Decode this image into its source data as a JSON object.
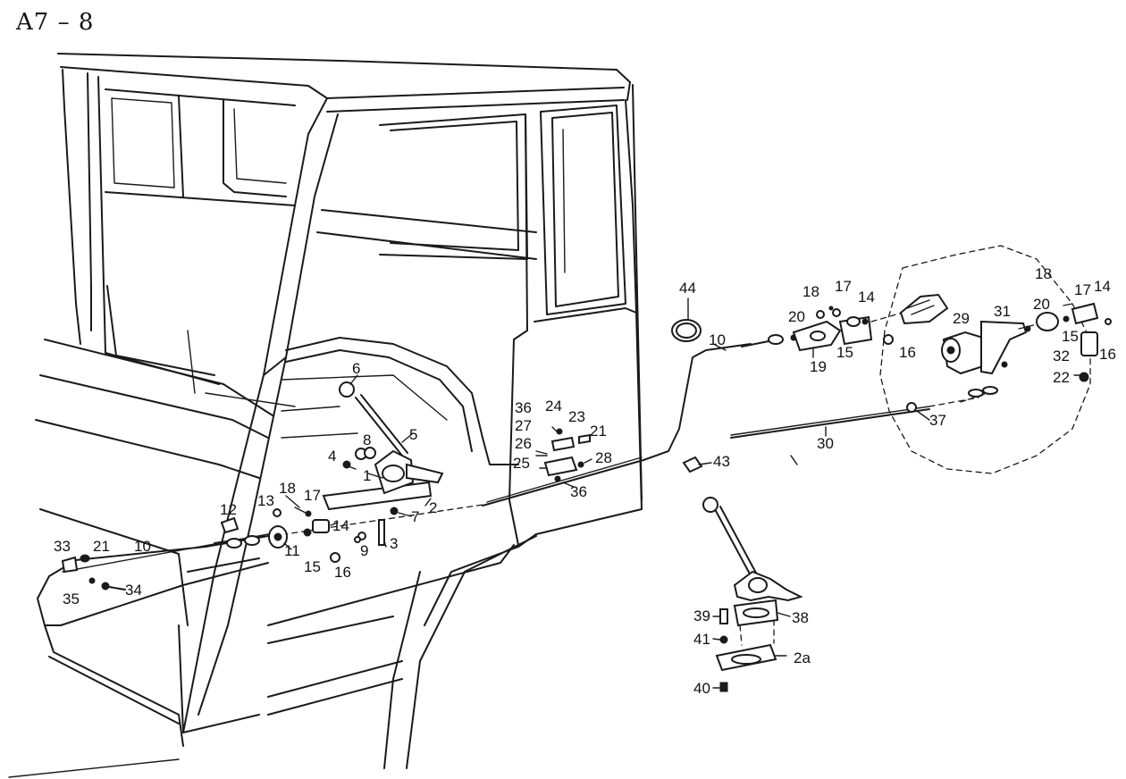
{
  "page_title": "A7 – 8",
  "callouts": [
    {
      "id": "c1",
      "text": "1"
    },
    {
      "id": "c2",
      "text": "2"
    },
    {
      "id": "c2a",
      "text": "2a"
    },
    {
      "id": "c3",
      "text": "3"
    },
    {
      "id": "c4",
      "text": "4"
    },
    {
      "id": "c5",
      "text": "5"
    },
    {
      "id": "c6",
      "text": "6"
    },
    {
      "id": "c7",
      "text": "7"
    },
    {
      "id": "c8",
      "text": "8"
    },
    {
      "id": "c9",
      "text": "9"
    },
    {
      "id": "c10a",
      "text": "10"
    },
    {
      "id": "c10b",
      "text": "10"
    },
    {
      "id": "c11",
      "text": "11"
    },
    {
      "id": "c12",
      "text": "12"
    },
    {
      "id": "c13",
      "text": "13"
    },
    {
      "id": "c14a",
      "text": "14"
    },
    {
      "id": "c14b",
      "text": "14"
    },
    {
      "id": "c14c",
      "text": "14"
    },
    {
      "id": "c15a",
      "text": "15"
    },
    {
      "id": "c15b",
      "text": "15"
    },
    {
      "id": "c15c",
      "text": "15"
    },
    {
      "id": "c16a",
      "text": "16"
    },
    {
      "id": "c16b",
      "text": "16"
    },
    {
      "id": "c16c",
      "text": "16"
    },
    {
      "id": "c17a",
      "text": "17"
    },
    {
      "id": "c17b",
      "text": "17"
    },
    {
      "id": "c17c",
      "text": "17"
    },
    {
      "id": "c18a",
      "text": "18"
    },
    {
      "id": "c18b",
      "text": "18"
    },
    {
      "id": "c18c",
      "text": "18"
    },
    {
      "id": "c19",
      "text": "19"
    },
    {
      "id": "c20a",
      "text": "20"
    },
    {
      "id": "c20b",
      "text": "20"
    },
    {
      "id": "c21a",
      "text": "21"
    },
    {
      "id": "c21b",
      "text": "21"
    },
    {
      "id": "c22",
      "text": "22"
    },
    {
      "id": "c23",
      "text": "23"
    },
    {
      "id": "c24",
      "text": "24"
    },
    {
      "id": "c25",
      "text": "25"
    },
    {
      "id": "c26",
      "text": "26"
    },
    {
      "id": "c27",
      "text": "27"
    },
    {
      "id": "c28",
      "text": "28"
    },
    {
      "id": "c29",
      "text": "29"
    },
    {
      "id": "c30",
      "text": "30"
    },
    {
      "id": "c31",
      "text": "31"
    },
    {
      "id": "c32",
      "text": "32"
    },
    {
      "id": "c33",
      "text": "33"
    },
    {
      "id": "c34",
      "text": "34"
    },
    {
      "id": "c35",
      "text": "35"
    },
    {
      "id": "c36a",
      "text": "36"
    },
    {
      "id": "c36b",
      "text": "36"
    },
    {
      "id": "c37",
      "text": "37"
    },
    {
      "id": "c38",
      "text": "38"
    },
    {
      "id": "c39",
      "text": "39"
    },
    {
      "id": "c40",
      "text": "40"
    },
    {
      "id": "c41",
      "text": "41"
    },
    {
      "id": "c43",
      "text": "43"
    },
    {
      "id": "c44",
      "text": "44"
    }
  ]
}
